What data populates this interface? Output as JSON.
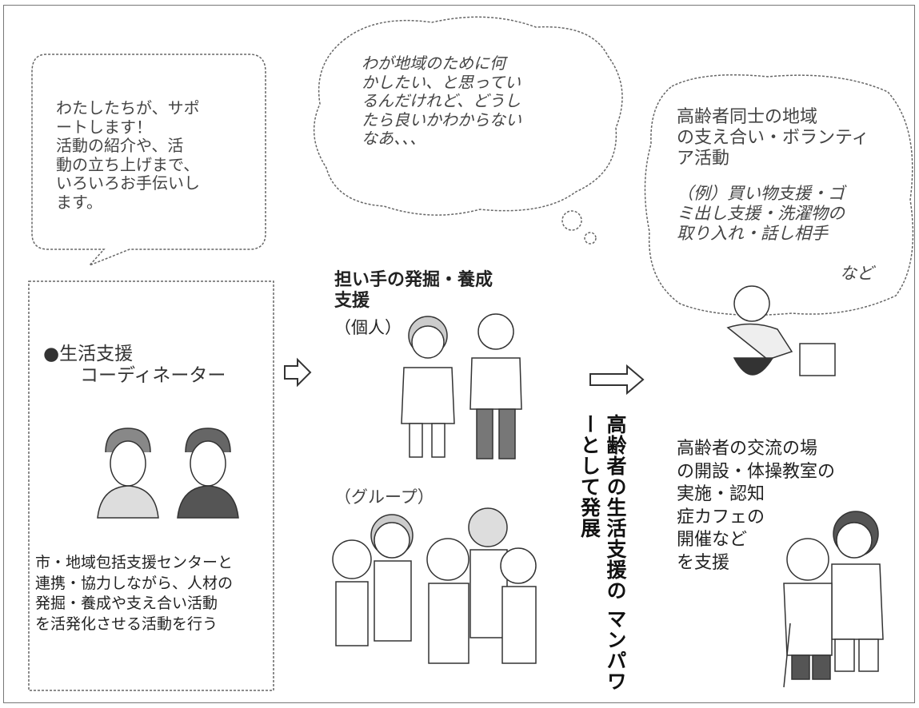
{
  "bubble_left": "わたしたちが、サポ\nートします！\n活動の紹介や、活\n動の立ち上げまで、\nいろいろお手伝いし\nます。",
  "bubble_middle": "わが地域のために何\nかしたい、と思ってい\nるんだけれど、どうし\nたら良いかわからない\nなあ、、、",
  "bubble_right": {
    "text": "高齢者同士の地域\nの支え合い・ボランティ\nア活動",
    "example": "（例）買い物支援・ゴ\nミ出し支援・洗濯物の\n取り入れ・話し相手",
    "etc": "など"
  },
  "coordinator_box": {
    "title": "●生活支援\n　　コーディネーター",
    "description": "市・地域包括支援センターと\n連携・協力しながら、人材の\n発掘・養成や支え合い活動\nを活発化させる活動を行う"
  },
  "center": {
    "heading": "担い手の発掘・養成\n支援",
    "individual": "（個人）",
    "group": "（グループ）"
  },
  "vertical_caption": "高齢者の生活支援の\nマンパワーとして発展",
  "right_bottom": "高齢者の交流の場\nの開設・体操教室の\n実施・認知\n症カフェの\n開催など\nを支援",
  "icons": [
    "arrow-right-icon",
    "person-icon",
    "group-icon"
  ]
}
